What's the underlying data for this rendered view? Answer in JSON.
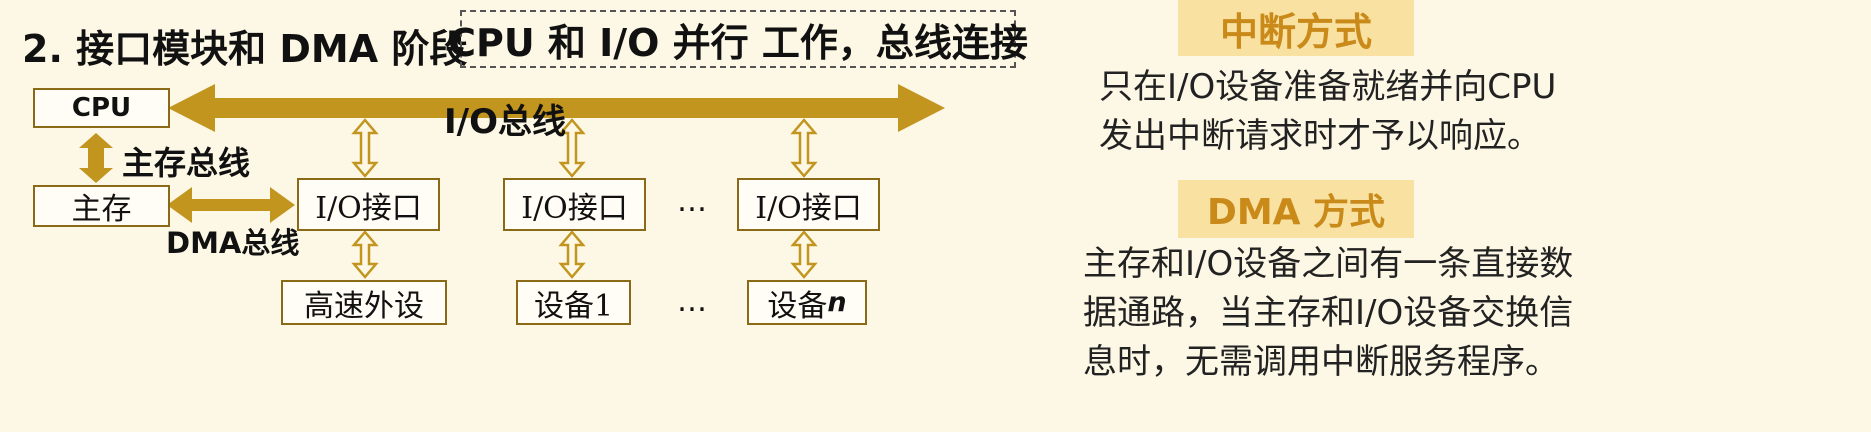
{
  "title": "2. 接口模块和 DMA 阶段",
  "note": "CPU 和 I/O 并行 工作，总线连接",
  "diagram": {
    "cpu": "CPU",
    "main_memory": "主存",
    "io_bus": "I/O总线",
    "memory_bus": "主存总线",
    "dma_bus": "DMA总线",
    "io_interface": "I/O接口",
    "ellipsis": "…",
    "high_speed_device": "高速外设",
    "device1": "设备1",
    "devicen_prefix": "设备",
    "devicen_suffix": "n"
  },
  "interrupt": {
    "heading": "中断方式",
    "lines": [
      "只在I/O设备准备就绪并向CPU",
      "发出中断请求时才予以响应。"
    ]
  },
  "dma": {
    "heading": "DMA 方式",
    "lines": [
      "主存和I/O设备之间有一条直接数",
      "据通路，当主存和I/O设备交换信",
      "息时，无需调用中断服务程序。"
    ]
  },
  "colors": {
    "bus": "#c2951e",
    "box_border": "#8a6a16",
    "banner_bg": "#f8e1a1",
    "banner_text": "#c98a1a",
    "background": "#fdf8e6"
  }
}
